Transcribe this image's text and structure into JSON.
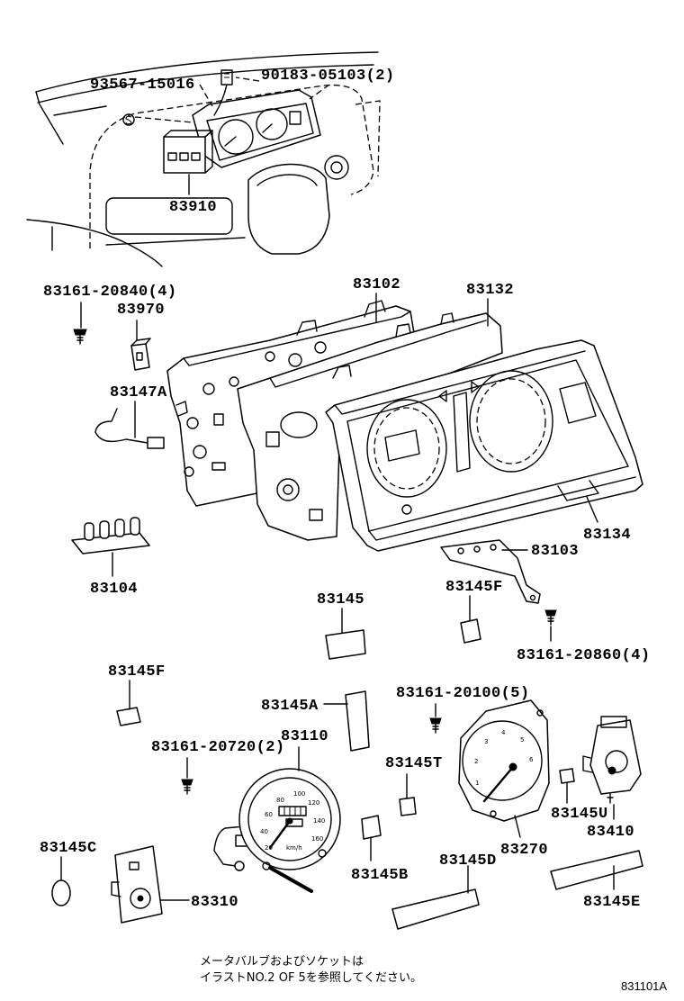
{
  "callouts": [
    "93567-15016",
    "90183-05103(2)",
    "83910",
    "83161-20840(4)",
    "83970",
    "83102",
    "83132",
    "83147A",
    "83134",
    "83103",
    "83104",
    "83145",
    "83145F",
    "83161-20860(4)",
    "83145F",
    "83161-20100(5)",
    "83145A",
    "83110",
    "83161-20720(2)",
    "83145T",
    "83145C",
    "83145B",
    "83145D",
    "83270",
    "83145U",
    "83410",
    "83310",
    "83145E"
  ],
  "speedometer_scale": [
    "20",
    "40",
    "60",
    "80",
    "100",
    "120",
    "140",
    "160"
  ],
  "speedometer_unit": "km/h",
  "tachometer_scale": [
    "1",
    "2",
    "3",
    "4",
    "5",
    "6"
  ],
  "note_lines": [
    "メータバルブおよびソケットは",
    "イラストNO.2 OF 5を参照してください。"
  ],
  "figure_code": "831101A",
  "colors": {
    "ink": "#000000",
    "paper": "#ffffff"
  }
}
